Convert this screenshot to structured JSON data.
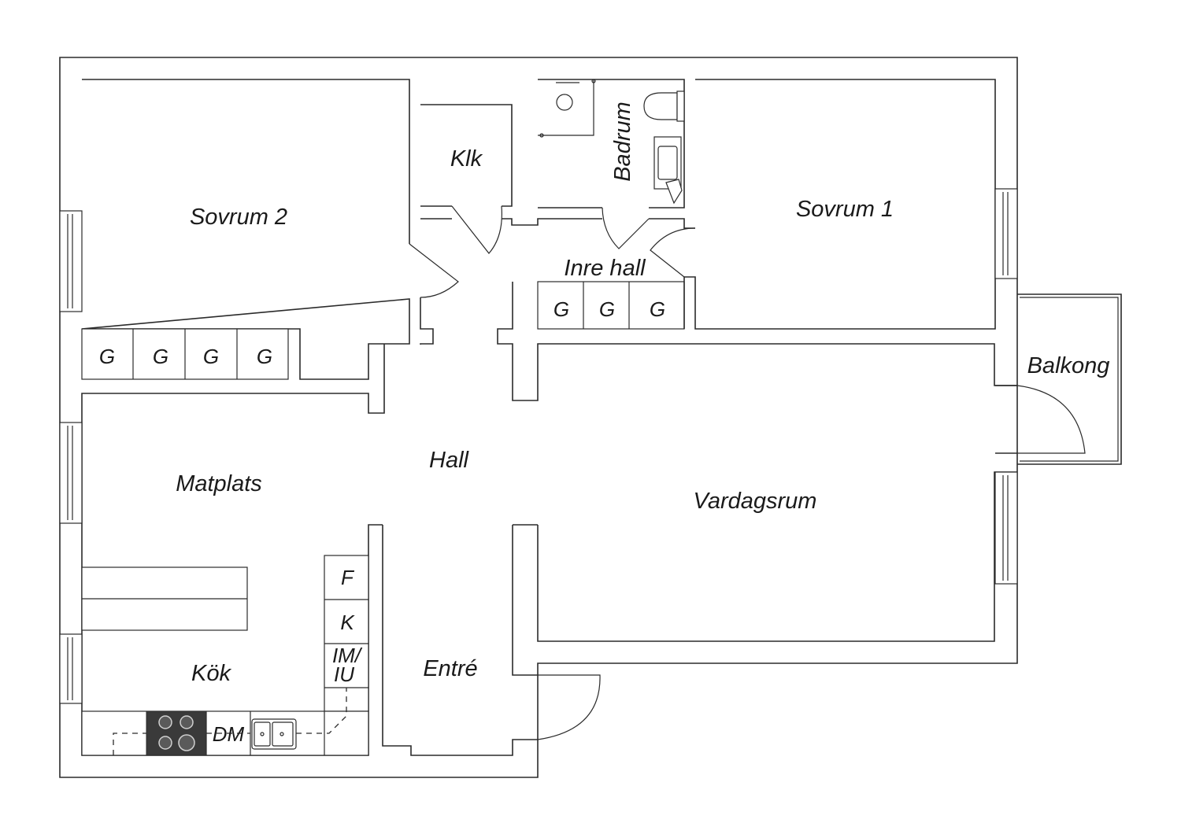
{
  "rooms": {
    "sovrum_2": "Sovrum 2",
    "sovrum_1": "Sovrum 1",
    "klk": "Klk",
    "badrum": "Badrum",
    "inre_hall": "Inre hall",
    "hall": "Hall",
    "matplats": "Matplats",
    "vardagsrum": "Vardagsrum",
    "balkong": "Balkong",
    "kok": "Kök",
    "entre": "Entré"
  },
  "fixtures": {
    "wardrobe": "G",
    "fridge": "F",
    "freezer": "K",
    "microwave_oven_top": "IM/",
    "microwave_oven_bottom": "IU",
    "dishwasher": "DM"
  },
  "colors": {
    "line": "#2b2b2b",
    "stove": "#3a3a3a",
    "background": "#ffffff"
  }
}
